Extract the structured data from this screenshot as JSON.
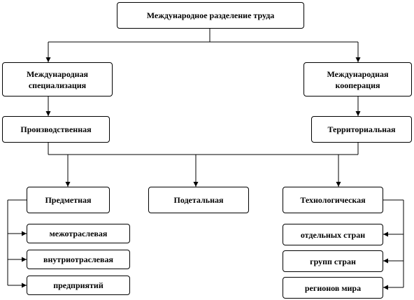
{
  "diagram": {
    "root": "Международное разделение труда",
    "specialization": "Международная специализация",
    "cooperation": "Международная кооперация",
    "production": "Производственная",
    "territorial": "Территориальная",
    "subject": "Предметная",
    "detailed": "Подетальная",
    "technological": "Технологическая",
    "interindustry": "межотраслевая",
    "intraindustry": "внутриотраслевая",
    "enterprises": "предприятий",
    "separate_countries": "отдельных стран",
    "country_groups": "групп стран",
    "world_regions": "регионов мира"
  }
}
